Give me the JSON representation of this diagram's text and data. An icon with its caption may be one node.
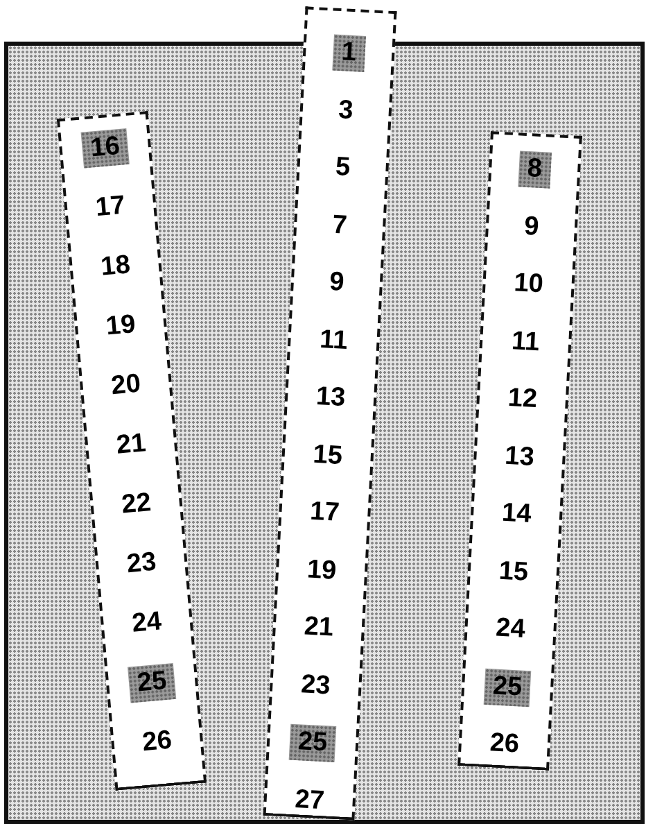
{
  "diagram": {
    "nodes": [
      {
        "text": [
          "17",
          "18",
          "19",
          "20",
          "21",
          "22",
          "23",
          "24",
          "26"
        ]
      },
      {
        "text": [
          "16"
        ],
        "in": 0
      },
      {
        "text": [
          "25"
        ],
        "in": 0
      },
      {
        "text": [
          "3",
          "5",
          "7",
          "9",
          "11",
          "13",
          "15",
          "17",
          "19",
          "21",
          "23",
          "27"
        ]
      },
      {
        "text": [
          "1"
        ],
        "in": 3
      },
      {
        "text": [
          "25"
        ],
        "in": 3
      },
      {
        "text": [
          "9",
          "10",
          "11",
          "12",
          "13",
          "14",
          "15",
          "24",
          "26"
        ]
      },
      {
        "text": [
          "8"
        ],
        "in": 6
      },
      {
        "text": [
          "25"
        ],
        "in": 6
      }
    ]
  }
}
